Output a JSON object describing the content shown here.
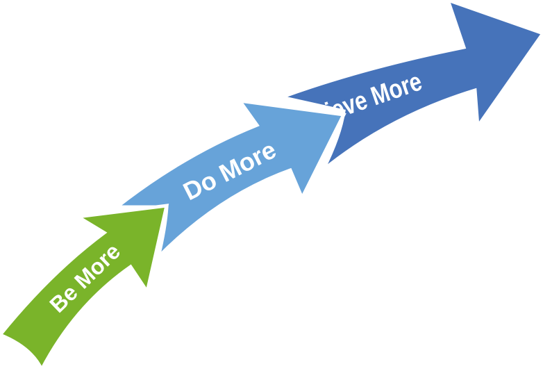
{
  "steps": [
    {
      "label": "Be More",
      "color": "#7ab42a"
    },
    {
      "label": "Do More",
      "color": "#67a3d9"
    },
    {
      "label": "Achieve More",
      "color": "#4673ba"
    }
  ]
}
